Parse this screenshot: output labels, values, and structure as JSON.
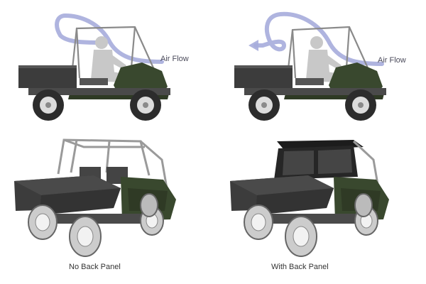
{
  "top_left": {
    "airflow_label": "Air Flow"
  },
  "top_right": {
    "airflow_label": "Air Flow"
  },
  "bottom_left": {
    "caption": "No Back Panel"
  },
  "bottom_right": {
    "caption": "With Back Panel"
  },
  "colors": {
    "airflow": "#a6acdc",
    "body_green": "#39482e",
    "bed_gray": "#3c3c3c",
    "frame_gray": "#8a8a8a",
    "tire": "#2c2c2c",
    "rim": "#dcdcdc",
    "driver": "#c8c8c8"
  },
  "icons": {
    "top_left": "utv-side-view-airflow-through-cab",
    "top_right": "utv-side-view-airflow-deflected",
    "bottom_left": "utv-perspective-open-back",
    "bottom_right": "utv-perspective-back-panel"
  }
}
